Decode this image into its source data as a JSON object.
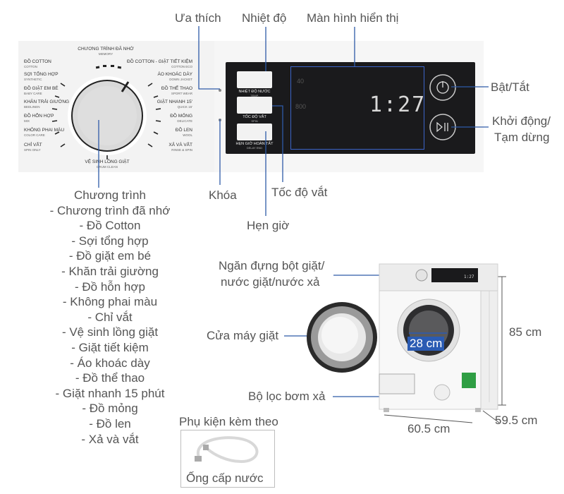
{
  "callouts": {
    "favorite": "Ưa thích",
    "temperature": "Nhiệt độ",
    "display": "Màn hình hiển thị",
    "power": "Bật/Tắt",
    "start_pause_line1": "Khởi động/",
    "start_pause_line2": "Tạm dừng",
    "lock": "Khóa",
    "spin_speed": "Tốc độ vắt",
    "timer": "Hẹn giờ",
    "detergent_line1": "Ngăn đựng bột giặt/",
    "detergent_line2": "nước giặt/nước xả",
    "door": "Cửa máy giặt",
    "drain_filter": "Bộ lọc bơm xả",
    "drum_size": "28 cm",
    "height": "85 cm",
    "width": "60.5 cm",
    "depth": "59.5 cm",
    "accessory_title": "Phụ kiện kèm theo",
    "accessory_item": "Ống cấp nước"
  },
  "programs": {
    "title": "Chương trình",
    "items": [
      "- Chương trình đã nhớ",
      "- Đồ Cotton",
      "- Sợi tổng hợp",
      "- Đồ giặt em bé",
      "- Khăn trải giường",
      "- Đồ hỗn hợp",
      "- Không phai màu",
      "- Chỉ vắt",
      "- Vệ sinh lồng giặt",
      "- Giặt tiết kiệm",
      "- Áo khoác dày",
      "- Đồ thể thao",
      "- Giặt nhanh 15 phút",
      "- Đồ mỏng",
      "- Đồ len",
      "- Xả và vắt"
    ]
  },
  "dial": {
    "top": {
      "vi": "CHƯƠNG TRÌNH ĐÃ NHỚ",
      "en": "MEMORY"
    },
    "bottom": {
      "vi": "VỆ SINH LỒNG GIẶT",
      "en": "DRUM CLEAN"
    },
    "left": [
      {
        "vi": "ĐỒ COTTON",
        "en": "COTTON"
      },
      {
        "vi": "SỢI TỔNG HỢP",
        "en": "SYNTHETIC"
      },
      {
        "vi": "ĐỒ GIẶT EM BÉ",
        "en": "BABY CARE"
      },
      {
        "vi": "KHĂN TRẢI GIƯỜNG",
        "en": "BEDLINEN"
      },
      {
        "vi": "ĐỒ HỖN HỢP",
        "en": "MIX"
      },
      {
        "vi": "KHÔNG PHAI MÀU",
        "en": "COLOR CARE"
      },
      {
        "vi": "CHỈ VẮT",
        "en": "SPIN ONLY"
      }
    ],
    "right": [
      {
        "vi": "ĐỒ COTTON - GIẶT TIẾT KIỆM",
        "en": "COTTON ECO"
      },
      {
        "vi": "ÁO KHOÁC DÀY",
        "en": "DOWN JACKET"
      },
      {
        "vi": "ĐỒ THỂ THAO",
        "en": "SPORT WEAR"
      },
      {
        "vi": "GIẶT NHANH 15'",
        "en": "QUICK 15'"
      },
      {
        "vi": "ĐỒ MỎNG",
        "en": "DELICATE"
      },
      {
        "vi": "ĐỒ LEN",
        "en": "WOOL"
      },
      {
        "vi": "XẢ VÀ VẮT",
        "en": "RINSE & SPIN"
      }
    ]
  },
  "controls": {
    "temp": {
      "vi": "NHIỆT ĐỘ NƯỚC",
      "en": "TEMP."
    },
    "spin": {
      "vi": "TỐC ĐỘ VẮT",
      "en": "SPIN"
    },
    "delay": {
      "vi": "HẸN GIỜ HOÀN TẤT",
      "en": "DELAY END"
    },
    "display_time": "1:27",
    "display_temp": "40",
    "display_rpm": "800"
  },
  "colors": {
    "text": "#555555",
    "line": "#2e5aa8",
    "panel_dark": "#1a1a1c",
    "display_frame": "#3c64c8",
    "drum_label_bg": "#2a5bb3"
  }
}
